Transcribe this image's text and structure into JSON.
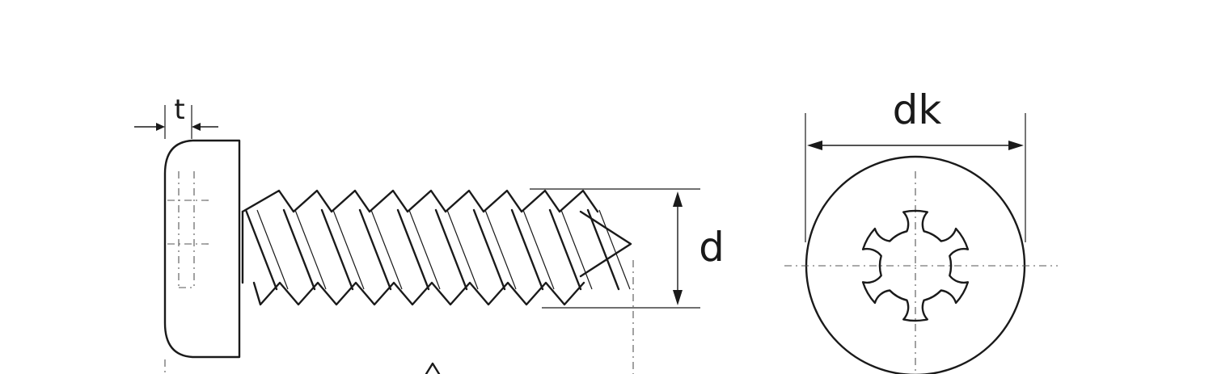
{
  "labels": {
    "head_depth": "t",
    "thread_diameter": "d",
    "head_diameter": "dk"
  },
  "colors": {
    "ink": "#1a1a1a",
    "background": "#ffffff"
  },
  "drive_type": "hexalobular-socket",
  "views": [
    "side-view",
    "top-view"
  ]
}
